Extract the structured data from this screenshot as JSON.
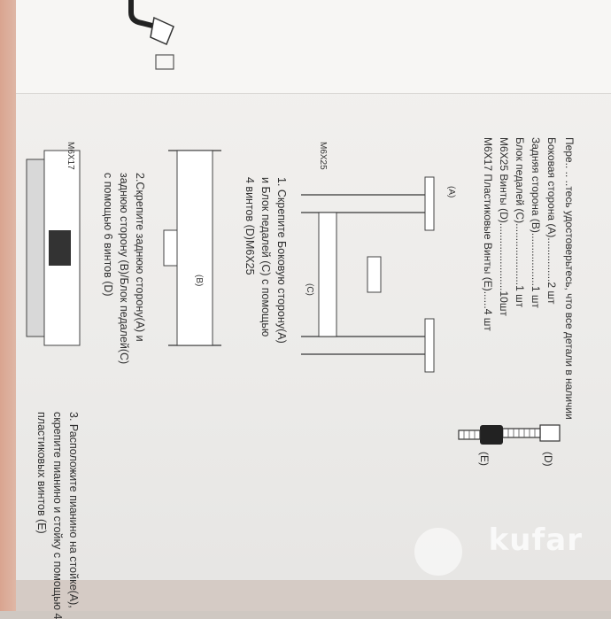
{
  "parts_list": {
    "header": "Пере.. .. ..тесь удостоверьтесь, что все детали в наличии",
    "items": [
      "Боковая сторона (A)...............2 шт",
      "Задняя сторона (B)..................1 шт",
      "Блок педалей (C).....................1 шт",
      "M6X25 Винты (D).......................10шт",
      "M6X17 Пластиковые Винты (E)......4 шт"
    ]
  },
  "screw_labels": {
    "d": "(D)",
    "e": "(E)"
  },
  "part_labels": {
    "a": "(A)",
    "b": "(B)",
    "c": "(C)"
  },
  "steps": [
    [
      "1. Скрепите Боковую сторону(A)",
      "и Блок педалей (C) с помощью",
      "4 винтов (D)M6X25"
    ],
    [
      "2.Скрепите заднюю сторону(A) и",
      "заднюю сторону (B)/Блок педалей(C)",
      "с помощью 6 винтов (D)"
    ],
    [
      "3. Расположите пианино на стойке(A),",
      "скрепите пианино и стойку с помощью 4",
      "пластиковых винтов (E)"
    ]
  ],
  "screw_tags": {
    "m6x25": "M6X25",
    "m6x17": "M6X17"
  },
  "watermark": "kufar"
}
